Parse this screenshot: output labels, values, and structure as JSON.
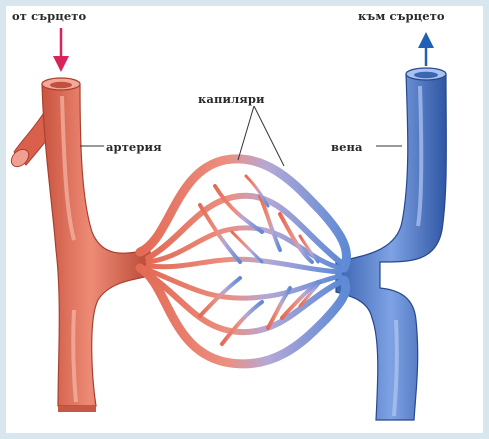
{
  "labels": {
    "from_heart": "от сърцето",
    "to_heart": "към сърцето",
    "capillaries": "капиляри",
    "artery": "артерия",
    "vein": "вена"
  },
  "colors": {
    "artery": "#e8735f",
    "artery_dark": "#b84a3a",
    "artery_light": "#f4a595",
    "vein": "#5b86d3",
    "vein_dark": "#2f56a3",
    "vein_light": "#93b3ea",
    "arrow_in": "#d8245a",
    "arrow_out": "#1f5fb6",
    "frame": "#d8e7ee"
  }
}
